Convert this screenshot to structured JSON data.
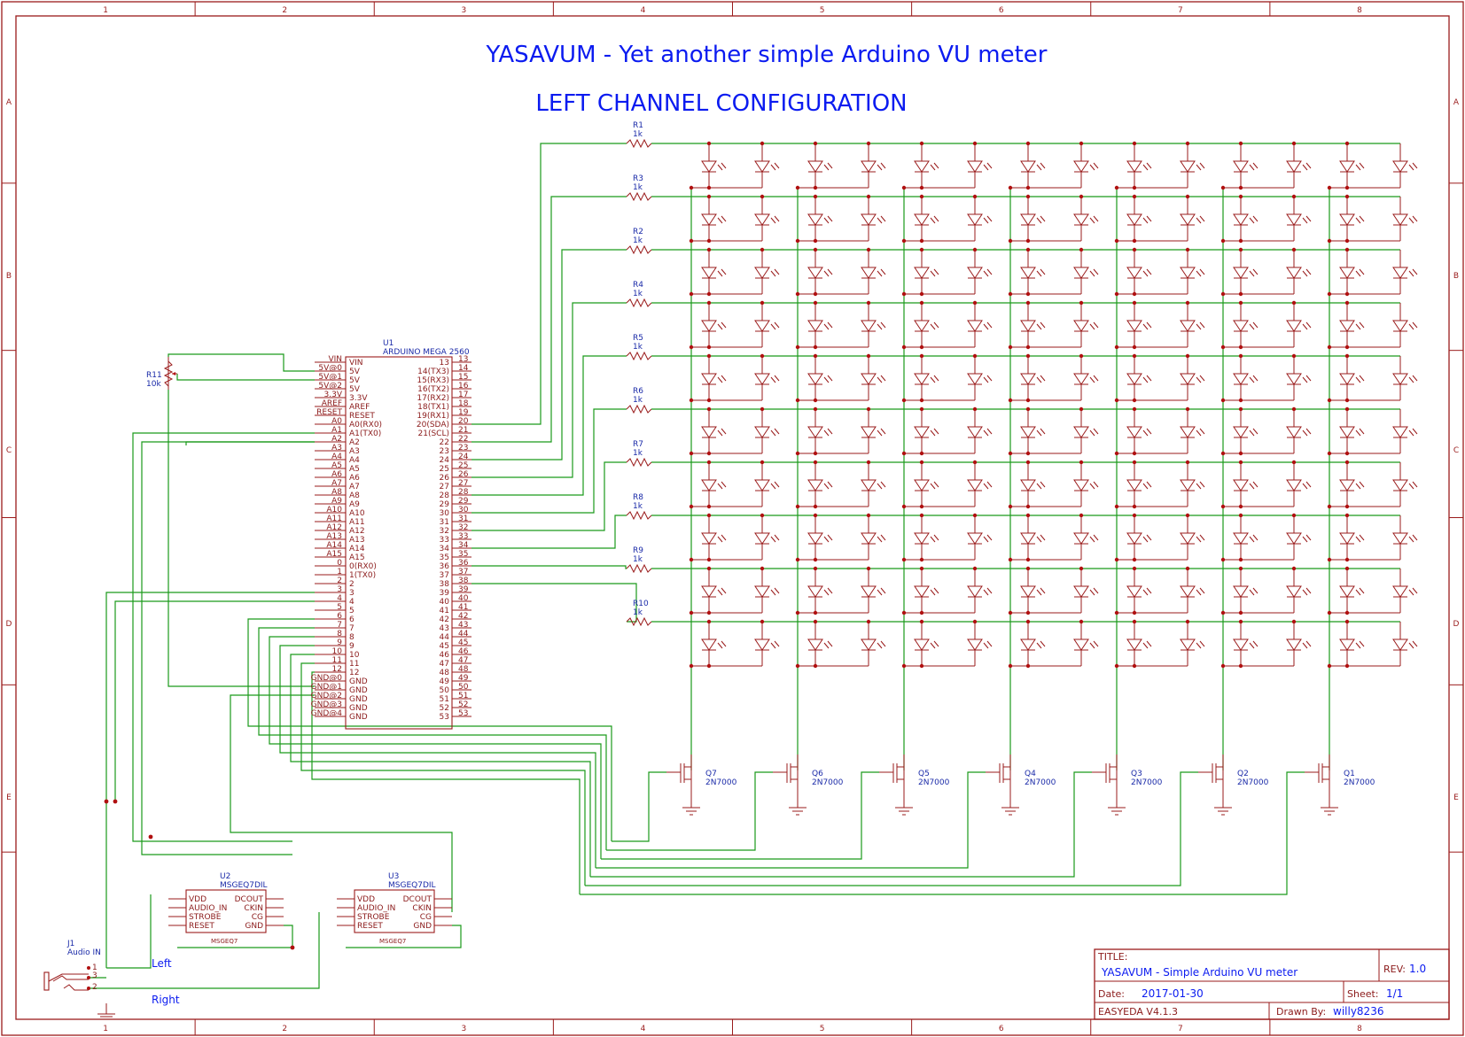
{
  "header": {
    "title": "YASAVUM - Yet another simple Arduino VU meter",
    "subtitle": "LEFT CHANNEL CONFIGURATION"
  },
  "frame": {
    "columns": [
      "1",
      "2",
      "3",
      "4",
      "5",
      "6",
      "7",
      "8"
    ],
    "rows": [
      "A",
      "B",
      "C",
      "D",
      "E"
    ]
  },
  "u1": {
    "ref": "U1",
    "part": "ARDUINO MEGA 2560",
    "left_pins": [
      {
        "net": "VIN",
        "name": "VIN"
      },
      {
        "net": "5V@0",
        "name": "5V"
      },
      {
        "net": "5V@1",
        "name": "5V"
      },
      {
        "net": "5V@2",
        "name": "5V"
      },
      {
        "net": "3.3V",
        "name": "3.3V"
      },
      {
        "net": "AREF",
        "name": "AREF"
      },
      {
        "net": "RESET",
        "name": "RESET"
      },
      {
        "net": "A0",
        "name": "A0(RX0)"
      },
      {
        "net": "A1",
        "name": "A1(TX0)"
      },
      {
        "net": "A2",
        "name": "A2"
      },
      {
        "net": "A3",
        "name": "A3"
      },
      {
        "net": "A4",
        "name": "A4"
      },
      {
        "net": "A5",
        "name": "A5"
      },
      {
        "net": "A6",
        "name": "A6"
      },
      {
        "net": "A7",
        "name": "A7"
      },
      {
        "net": "A8",
        "name": "A8"
      },
      {
        "net": "A9",
        "name": "A9"
      },
      {
        "net": "A10",
        "name": "A10"
      },
      {
        "net": "A11",
        "name": "A11"
      },
      {
        "net": "A12",
        "name": "A12"
      },
      {
        "net": "A13",
        "name": "A13"
      },
      {
        "net": "A14",
        "name": "A14"
      },
      {
        "net": "A15",
        "name": "A15"
      },
      {
        "net": "0",
        "name": "0(RX0)"
      },
      {
        "net": "1",
        "name": "1(TX0)"
      },
      {
        "net": "2",
        "name": "2"
      },
      {
        "net": "3",
        "name": "3"
      },
      {
        "net": "4",
        "name": "4"
      },
      {
        "net": "5",
        "name": "5"
      },
      {
        "net": "6",
        "name": "6"
      },
      {
        "net": "7",
        "name": "7"
      },
      {
        "net": "8",
        "name": "8"
      },
      {
        "net": "9",
        "name": "9"
      },
      {
        "net": "10",
        "name": "10"
      },
      {
        "net": "11",
        "name": "11"
      },
      {
        "net": "12",
        "name": "12"
      },
      {
        "net": "GND@0",
        "name": "GND"
      },
      {
        "net": "GND@1",
        "name": "GND"
      },
      {
        "net": "GND@2",
        "name": "GND"
      },
      {
        "net": "GND@3",
        "name": "GND"
      },
      {
        "net": "GND@4",
        "name": "GND"
      }
    ],
    "right_pins": [
      {
        "name": "13",
        "net": "13"
      },
      {
        "name": "14(TX3)",
        "net": "14"
      },
      {
        "name": "15(RX3)",
        "net": "15"
      },
      {
        "name": "16(TX2)",
        "net": "16"
      },
      {
        "name": "17(RX2)",
        "net": "17"
      },
      {
        "name": "18(TX1)",
        "net": "18"
      },
      {
        "name": "19(RX1)",
        "net": "19"
      },
      {
        "name": "20(SDA)",
        "net": "20"
      },
      {
        "name": "21(SCL)",
        "net": "21"
      },
      {
        "name": "22",
        "net": "22"
      },
      {
        "name": "23",
        "net": "23"
      },
      {
        "name": "24",
        "net": "24"
      },
      {
        "name": "25",
        "net": "25"
      },
      {
        "name": "26",
        "net": "26"
      },
      {
        "name": "27",
        "net": "27"
      },
      {
        "name": "28",
        "net": "28"
      },
      {
        "name": "29",
        "net": "29"
      },
      {
        "name": "30",
        "net": "30"
      },
      {
        "name": "31",
        "net": "31"
      },
      {
        "name": "32",
        "net": "32"
      },
      {
        "name": "33",
        "net": "33"
      },
      {
        "name": "34",
        "net": "34"
      },
      {
        "name": "35",
        "net": "35"
      },
      {
        "name": "36",
        "net": "36"
      },
      {
        "name": "37",
        "net": "37"
      },
      {
        "name": "38",
        "net": "38"
      },
      {
        "name": "39",
        "net": "39"
      },
      {
        "name": "40",
        "net": "40"
      },
      {
        "name": "41",
        "net": "41"
      },
      {
        "name": "42",
        "net": "42"
      },
      {
        "name": "43",
        "net": "43"
      },
      {
        "name": "44",
        "net": "44"
      },
      {
        "name": "45",
        "net": "45"
      },
      {
        "name": "46",
        "net": "46"
      },
      {
        "name": "47",
        "net": "47"
      },
      {
        "name": "48",
        "net": "48"
      },
      {
        "name": "49",
        "net": "49"
      },
      {
        "name": "50",
        "net": "50"
      },
      {
        "name": "51",
        "net": "51"
      },
      {
        "name": "52",
        "net": "52"
      },
      {
        "name": "53",
        "net": "53"
      }
    ]
  },
  "r11": {
    "ref": "R11",
    "value": "10k"
  },
  "resistors": [
    {
      "ref": "R1",
      "value": "1k"
    },
    {
      "ref": "R3",
      "value": "1k"
    },
    {
      "ref": "R2",
      "value": "1k"
    },
    {
      "ref": "R4",
      "value": "1k"
    },
    {
      "ref": "R5",
      "value": "1k"
    },
    {
      "ref": "R6",
      "value": "1k"
    },
    {
      "ref": "R7",
      "value": "1k"
    },
    {
      "ref": "R8",
      "value": "1k"
    },
    {
      "ref": "R9",
      "value": "1k"
    },
    {
      "ref": "R10",
      "value": "1k"
    }
  ],
  "led_matrix": {
    "rows": 10,
    "cols": 14
  },
  "transistors": [
    {
      "ref": "Q7",
      "value": "2N7000"
    },
    {
      "ref": "Q6",
      "value": "2N7000"
    },
    {
      "ref": "Q5",
      "value": "2N7000"
    },
    {
      "ref": "Q4",
      "value": "2N7000"
    },
    {
      "ref": "Q3",
      "value": "2N7000"
    },
    {
      "ref": "Q2",
      "value": "2N7000"
    },
    {
      "ref": "Q1",
      "value": "2N7000"
    }
  ],
  "msgeq": [
    {
      "ref": "U2",
      "part": "MSGEQ7DIL",
      "footer": "MSGEQ7",
      "left_pins": [
        "VDD",
        "AUDIO_IN",
        "STROBE",
        "RESET"
      ],
      "right_pins": [
        "DCOUT",
        "CKIN",
        "CG",
        "GND"
      ]
    },
    {
      "ref": "U3",
      "part": "MSGEQ7DIL",
      "footer": "MSGEQ7",
      "left_pins": [
        "VDD",
        "AUDIO_IN",
        "STROBE",
        "RESET"
      ],
      "right_pins": [
        "DCOUT",
        "CKIN",
        "CG",
        "GND"
      ]
    }
  ],
  "jack": {
    "ref": "J1",
    "part": "Audio IN",
    "pins": [
      "1",
      "3",
      "2"
    ],
    "left_label": "Left",
    "right_label": "Right"
  },
  "title_block": {
    "title_label": "TITLE:",
    "title": "YASAVUM - Simple Arduino VU meter",
    "rev_label": "REV:",
    "rev": "1.0",
    "date_label": "Date:",
    "date": "2017-01-30",
    "sheet_label": "Sheet:",
    "sheet": "1/1",
    "tool": "EASYEDA V4.1.3",
    "drawn_label": "Drawn By:",
    "drawn_by": "willy8236"
  },
  "colors": {
    "border": "#9a1b1b",
    "wire": "#1a9a1a",
    "title": "#0b1bf0",
    "component": "#8b1a1a"
  }
}
